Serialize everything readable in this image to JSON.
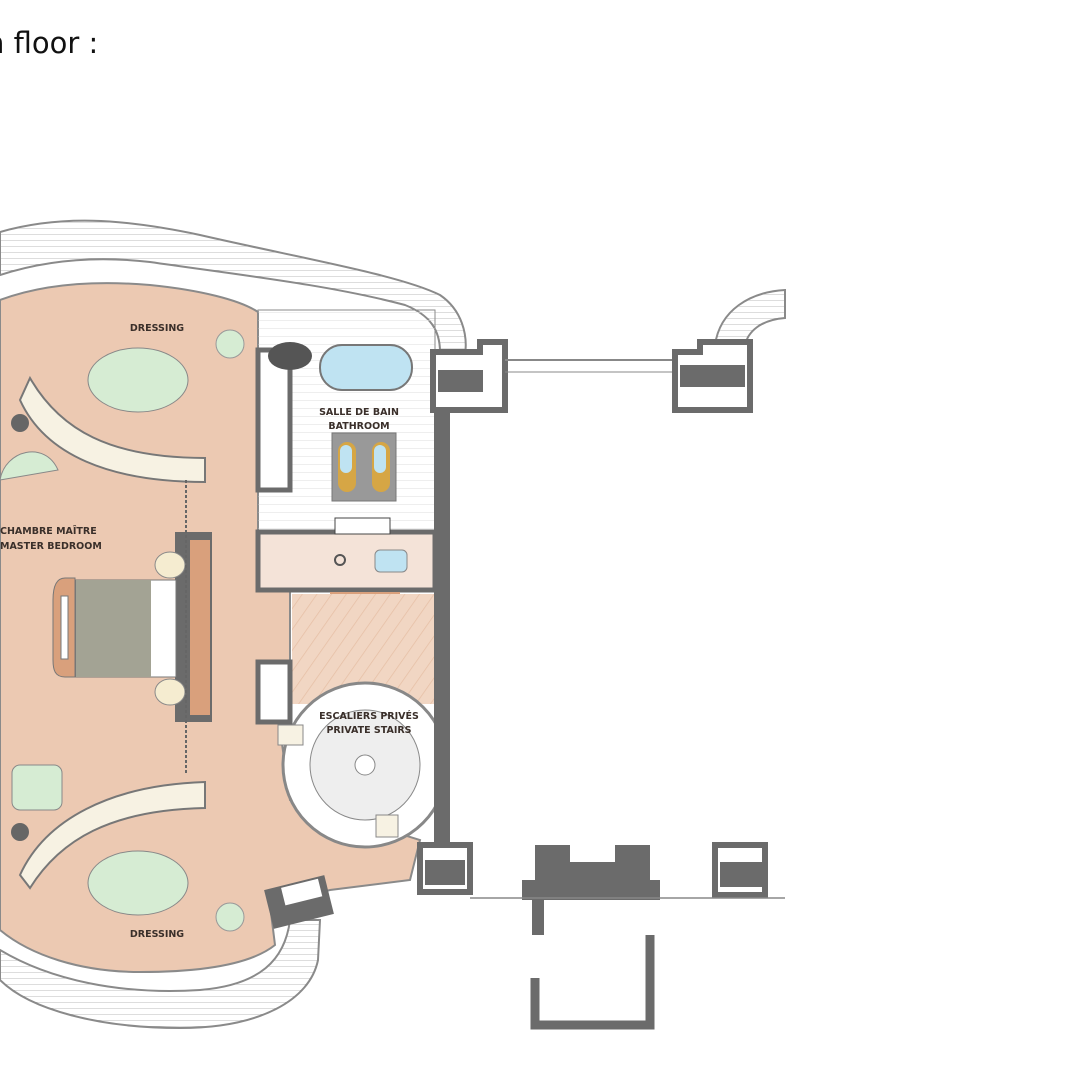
{
  "heading": "n floor :",
  "plan": {
    "rooms": {
      "dressing_top": "DRESSING",
      "dressing_bottom": "DRESSING",
      "bedroom_fr": "CHAMBRE MAÎTRE",
      "bedroom_en": "MASTER BEDROOM",
      "bathroom_fr": "SALLE DE BAIN",
      "bathroom_en": "BATHROOM",
      "stairs_fr": "ESCALIERS PRIVÉS",
      "stairs_en": "PRIVATE STAIRS"
    },
    "colors": {
      "floor": "#ecc9b2",
      "wall": "#6b6b6b",
      "rug": "#d6ecd3",
      "bed": "#a3a394",
      "wood": "#d9a07c",
      "water": "#bfe3f2"
    }
  }
}
